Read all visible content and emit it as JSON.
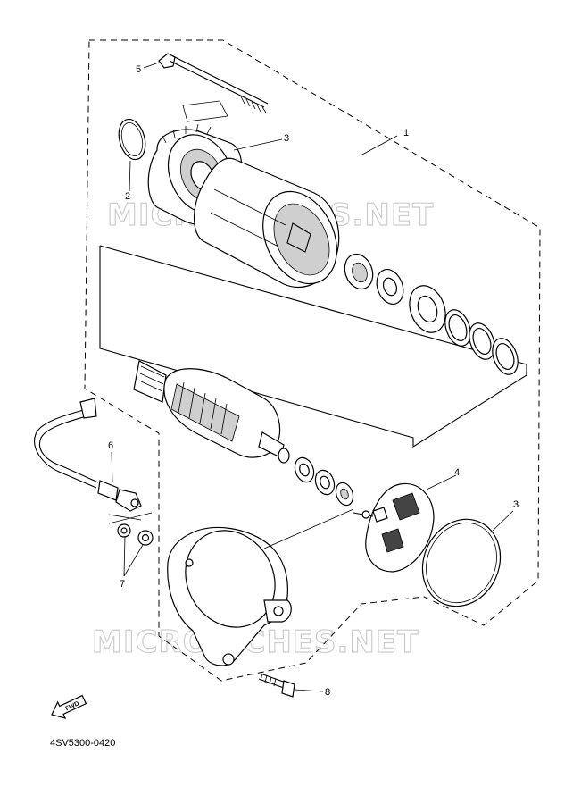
{
  "diagram": {
    "watermark": "MICROFICHES.NET",
    "part_code": "4SV5300-0420",
    "fwd_label": "FWD",
    "callouts": [
      "1",
      "2",
      "3",
      "4",
      "5",
      "6",
      "7",
      "8",
      "3"
    ]
  }
}
